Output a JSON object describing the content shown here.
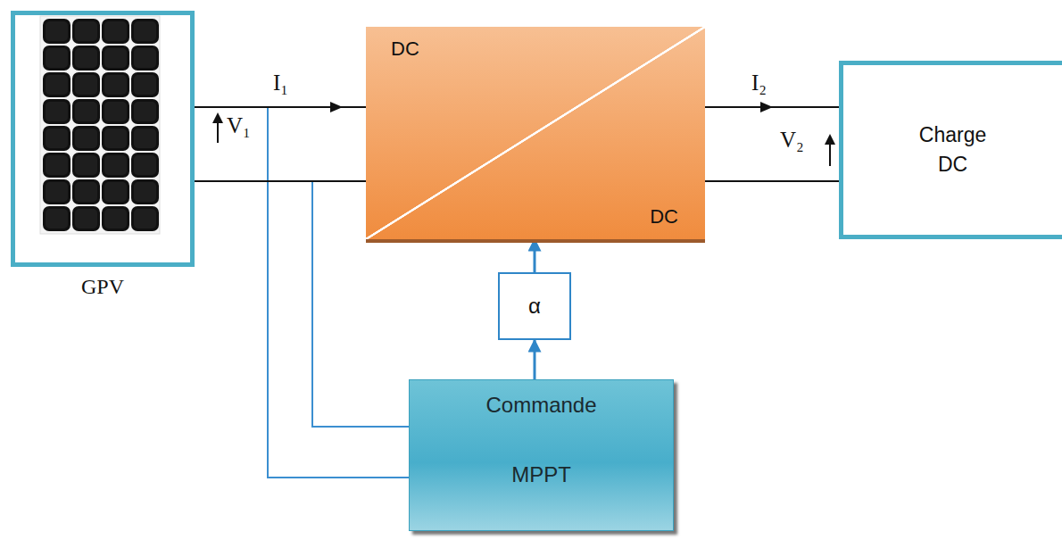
{
  "diagram": {
    "nodes": [
      {
        "text": [
          "GPV"
        ]
      },
      {
        "text": [
          "DC",
          "DC"
        ]
      },
      {
        "text": [
          "Charge DC"
        ]
      },
      {
        "text": [
          "α"
        ]
      },
      {
        "text": [
          "Commande",
          "MPPT"
        ]
      }
    ],
    "edges": [
      {
        "from": 0,
        "to": 1,
        "arrow": "none"
      },
      {
        "from": 1,
        "to": 2,
        "arrow": "none"
      },
      {
        "from": 3,
        "to": 1,
        "arrow": "to"
      },
      {
        "from": 4,
        "to": 3,
        "arrow": "to"
      }
    ],
    "labels": [
      "I₁",
      "V₁",
      "I₂",
      "V₂"
    ]
  }
}
